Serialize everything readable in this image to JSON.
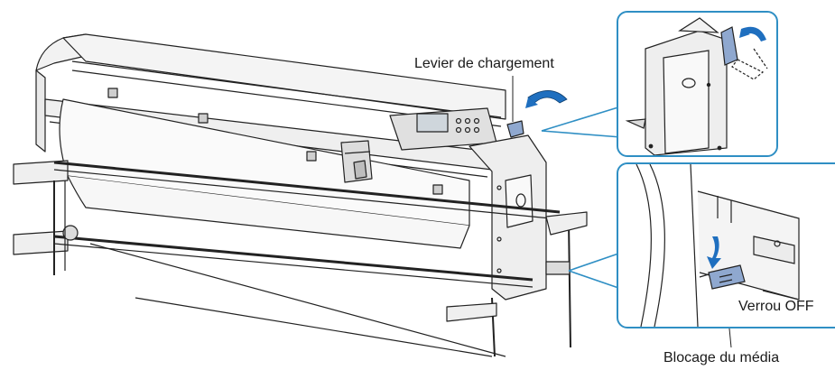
{
  "labels": {
    "loading_lever": "Levier de chargement",
    "lock_off": "Verrou OFF",
    "media_stock_lock": "Blocage du média"
  },
  "colors": {
    "inset_border": "#2f8fc4",
    "lever_highlight": "#8fa8cf",
    "arrow_fill": "#1f6fbf",
    "line_art": "#222222",
    "machine_shade": "#e9e9e9"
  },
  "icons": {
    "rotate_arrow": "curved-arrow-icon",
    "down_arrow": "down-arrow-icon"
  }
}
